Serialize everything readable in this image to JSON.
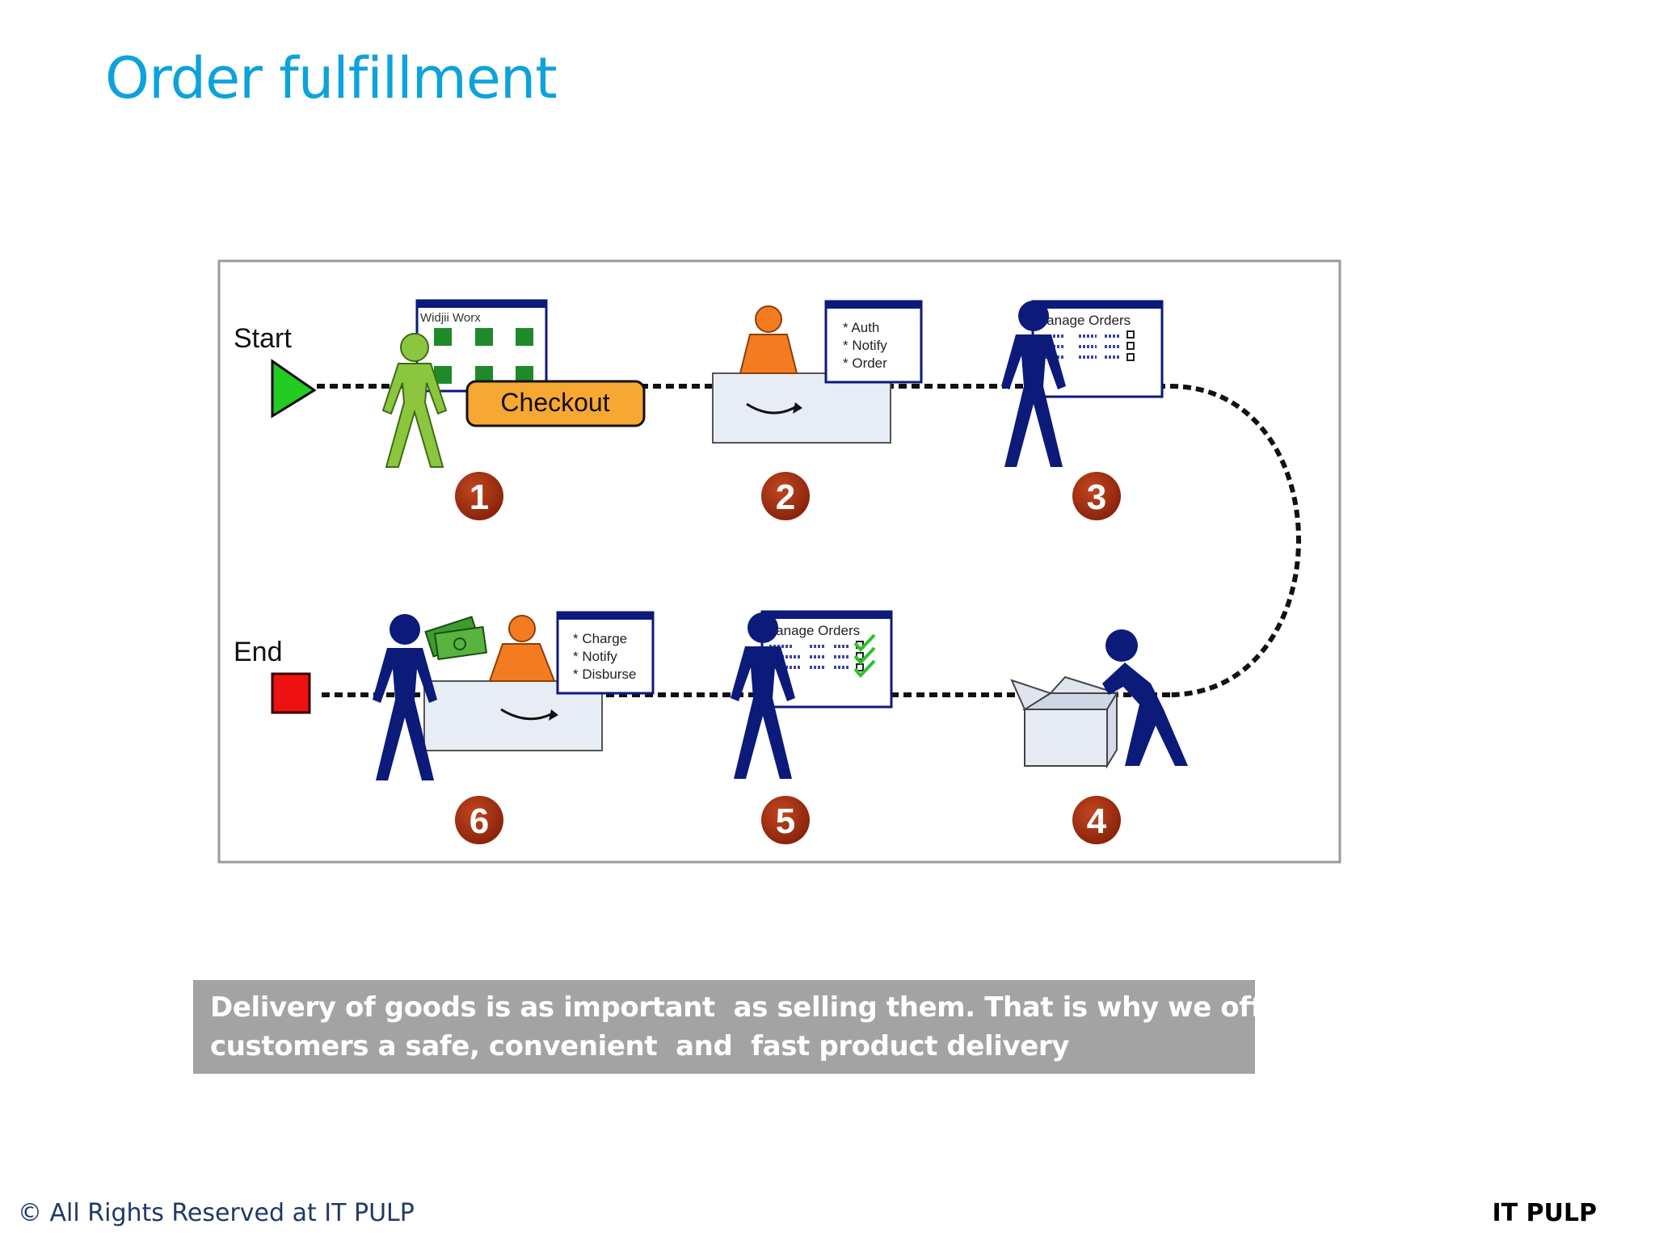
{
  "slide": {
    "title": "Order fulfillment",
    "caption_lines": [
      "Delivery of goods is as important  as selling them. That is why we offer your",
      "customers a safe, convenient  and  fast product delivery"
    ],
    "footer_copyright": "© All Rights Reserved at IT PULP",
    "footer_brand": "IT PULP"
  },
  "diagram": {
    "start_label": "Start",
    "end_label": "End",
    "checkout_label": "Checkout",
    "store_window_title": "Widjii Worx",
    "step2_list": [
      "Auth",
      "Notify",
      "Order"
    ],
    "manage_orders_title": "Manage Orders",
    "step6_list": [
      "Charge",
      "Notify",
      "Disburse"
    ],
    "step_numbers": [
      "1",
      "2",
      "3",
      "4",
      "5",
      "6"
    ]
  },
  "colors": {
    "title_blue": "#0da2dc",
    "caption_gray": "#a3a3a3",
    "figure_navy": "#0c1a7a",
    "badge_brown": "#9b2c10",
    "checkout_orange": "#f7a833",
    "start_green": "#22cc22",
    "end_red": "#ee1111"
  }
}
